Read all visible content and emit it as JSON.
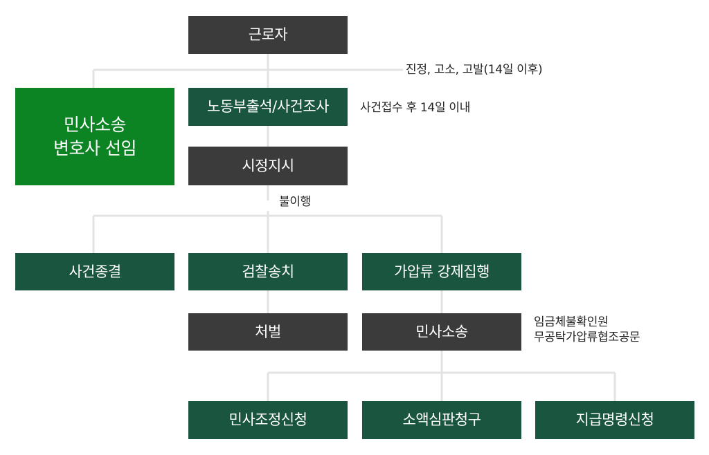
{
  "boxes": {
    "worker": "근로자",
    "civil_lawyer_line1": "민사소송",
    "civil_lawyer_line2": "변호사 선임",
    "labor_office": "노동부출석/사건조사",
    "correction_order": "시정지시",
    "case_closed": "사건종결",
    "prosecution": "검찰송치",
    "seizure": "가압류 강제집행",
    "punishment": "처벌",
    "civil_suit": "민사소송",
    "mediation": "민사조정신청",
    "small_claims": "소액심판청구",
    "payment_order": "지급명령신청"
  },
  "notes": {
    "petition": "진정, 고소, 고발(14일 이후)",
    "within_14_days": "사건접수 후 14일 이내",
    "non_compliance": "불이행",
    "wage_arrears_line1": "임금체불확인원",
    "wage_arrears_line2": "무공탁가압류협조공문"
  },
  "colors": {
    "dark_box": "#3b3b3b",
    "green_box": "#1a5540",
    "bright_green_box": "#0d8424",
    "connector": "#e3e3e3"
  }
}
